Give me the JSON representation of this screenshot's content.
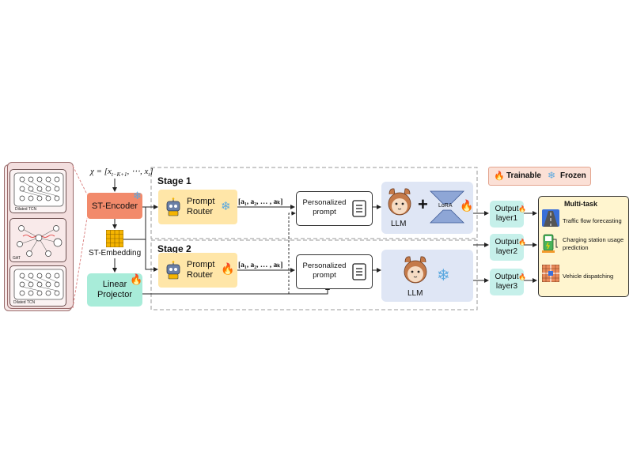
{
  "input_formula": "χ = [x",
  "input_formula_sub": "t−K+1",
  "input_formula_rest": ", ⋯, x",
  "input_formula_end": "t",
  "input_formula_close": "]",
  "encoder": {
    "top_label": "Dilated TCN",
    "mid_label": "GAT",
    "bottom_label": "Dilated TCN"
  },
  "st_encoder_label": "ST-Encoder",
  "st_embedding_label": "ST-Embedding",
  "linear_projector_label": [
    "Linear",
    "Projector"
  ],
  "legend": {
    "trainable": "Trainable",
    "frozen": "Frozen"
  },
  "stage1": {
    "title": "Stage  1",
    "router_label": [
      "Prompt",
      "Router"
    ],
    "actions": "[a₁, a₂, … , aₖ]",
    "prompt_label": [
      "Personalized",
      "prompt"
    ],
    "llm_label": "LLM",
    "lora_label": "LoRA"
  },
  "stage2": {
    "title": "Stage  2",
    "router_label": [
      "Prompt",
      "Router"
    ],
    "actions": "[a₁, a₂, … , aₖ]",
    "prompt_label": [
      "Personalized",
      "prompt"
    ],
    "llm_label": "LLM"
  },
  "outputs": [
    [
      "Output",
      "layer1"
    ],
    [
      "Output",
      "layer2"
    ],
    [
      "Output",
      "layer3"
    ]
  ],
  "multitask": {
    "title": "Multi-task",
    "tasks": [
      "Traffic flow forecasting",
      "Charging station usage",
      "prediction",
      "Vehicle dispatching"
    ]
  },
  "colors": {
    "st_encoder": "#f28a6b",
    "linear_projector": "#a8ecd9",
    "router": "#ffe6a8",
    "output": "#c6f0ea",
    "llm_bg": "#dfe6f5",
    "legend_bg": "#fbe0d6",
    "multitask_bg": "#fff5cf"
  }
}
